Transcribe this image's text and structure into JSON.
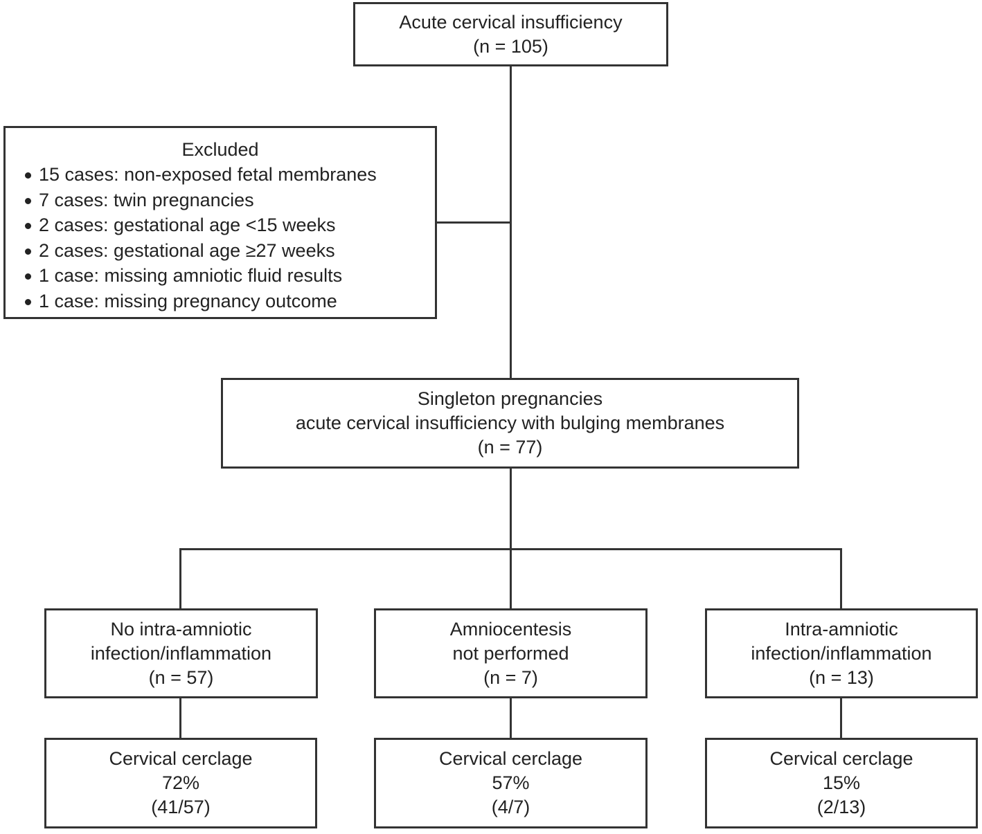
{
  "top": {
    "line1": "Acute cervical insufficiency",
    "line2": "(n = 105)"
  },
  "excluded": {
    "title": "Excluded",
    "items": [
      "15 cases: non-exposed fetal membranes",
      "7 cases: twin pregnancies",
      "2 cases: gestational age <15 weeks",
      "2 cases: gestational age ≥27 weeks",
      "1 case: missing amniotic fluid results",
      "1 case: missing pregnancy outcome"
    ]
  },
  "singleton": {
    "line1": "Singleton pregnancies",
    "line2": "acute cervical insufficiency with bulging membranes",
    "line3": "(n = 77)"
  },
  "groups": [
    {
      "line1": "No intra-amniotic",
      "line2": "infection/inflammation",
      "line3": "(n = 57)",
      "outcome": {
        "line1": "Cervical cerclage",
        "line2": "72%",
        "line3": "(41/57)"
      }
    },
    {
      "line1": "Amniocentesis",
      "line2": "not performed",
      "line3": "(n = 7)",
      "outcome": {
        "line1": "Cervical cerclage",
        "line2": "57%",
        "line3": "(4/7)"
      }
    },
    {
      "line1": "Intra-amniotic",
      "line2": "infection/inflammation",
      "line3": "(n = 13)",
      "outcome": {
        "line1": "Cervical cerclage",
        "line2": "15%",
        "line3": "(2/13)"
      }
    }
  ]
}
